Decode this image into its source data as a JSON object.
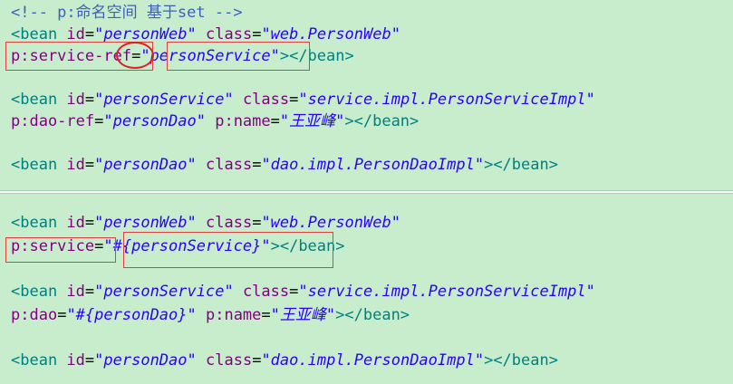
{
  "top": {
    "comment": {
      "open": "<!-- p:",
      "cjk_text": "命名空间 基于",
      "tail": "set -->"
    },
    "bean1": {
      "line1": {
        "open": "<bean ",
        "id_attr": "id",
        "eq1": "=",
        "id_val": "\"personWeb\"",
        "sp": " ",
        "class_attr": "class",
        "eq2": "=",
        "class_val": "\"web.PersonWeb\""
      },
      "line2": {
        "prop_attr": "p:service-ref",
        "eq": "=",
        "prop_val": "\"personService\"",
        "close": "></bean>"
      }
    },
    "bean2": {
      "line1": {
        "open": "<bean ",
        "id_attr": "id",
        "eq1": "=",
        "id_val": "\"personService\"",
        "sp": " ",
        "class_attr": "class",
        "eq2": "=",
        "class_val": "\"service.impl.PersonServiceImpl\""
      },
      "line2": {
        "attr1": "p:dao-ref",
        "eq1": "=",
        "val1": "\"personDao\"",
        "sp": " ",
        "attr2": "p:name",
        "eq2": "=",
        "val2_q1": "\"",
        "val2_cjk": "王亚峰",
        "val2_q2": "\"",
        "close": "></bean>"
      }
    },
    "bean3": {
      "open": "<bean ",
      "id_attr": "id",
      "eq1": "=",
      "id_val": "\"personDao\"",
      "sp": " ",
      "class_attr": "class",
      "eq2": "=",
      "class_val": "\"dao.impl.PersonDaoImpl\"",
      "close": "></bean>"
    }
  },
  "bottom": {
    "bean1": {
      "line1": {
        "open": "<bean ",
        "id_attr": "id",
        "eq1": "=",
        "id_val": "\"personWeb\"",
        "sp": " ",
        "class_attr": "class",
        "eq2": "=",
        "class_val": "\"web.PersonWeb\""
      },
      "line2": {
        "prop_attr": "p:service",
        "eq": "=",
        "prop_val": "\"#{personService}\"",
        "close": "></bean>"
      }
    },
    "bean2": {
      "line1": {
        "open": "<bean ",
        "id_attr": "id",
        "eq1": "=",
        "id_val": "\"personService\"",
        "sp": " ",
        "class_attr": "class",
        "eq2": "=",
        "class_val": "\"service.impl.PersonServiceImpl\""
      },
      "line2": {
        "attr1": "p:dao",
        "eq1": "=",
        "val1": "\"#{personDao}\"",
        "sp": " ",
        "attr2": "p:name",
        "eq2": "=",
        "val2_q1": "\"",
        "val2_cjk": "王亚峰",
        "val2_q2": "\"",
        "close": "></bean>"
      }
    },
    "bean3": {
      "open": "<bean ",
      "id_attr": "id",
      "eq1": "=",
      "id_val": "\"personDao\"",
      "sp": " ",
      "class_attr": "class",
      "eq2": "=",
      "class_val": "\"dao.impl.PersonDaoImpl\"",
      "close": "></bean>"
    }
  },
  "colors": {
    "background": "#c7edcc",
    "comment": "#3f5fbf",
    "tag": "#008080",
    "attribute": "#7f007f",
    "string": "#2a00ff",
    "highlight": "#e04040"
  }
}
